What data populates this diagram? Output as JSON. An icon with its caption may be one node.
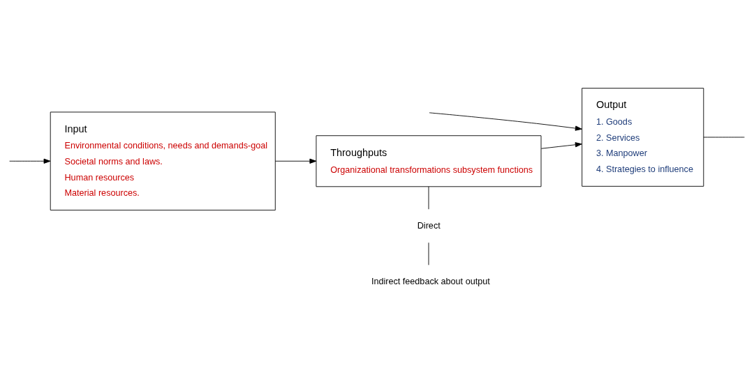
{
  "diagram": {
    "nodes": [
      {
        "text": [
          "Input",
          "Environmental conditions, needs and demands-goal",
          "Societal norms and laws.",
          "Human resources",
          "Material resources."
        ]
      },
      {
        "text": [
          "Throughputs",
          "Organizational transformations subsystem functions"
        ]
      },
      {
        "text": [
          "Output",
          "1. Goods",
          "2. Services",
          "3. Manpower",
          "4. Strategies to influence"
        ]
      },
      {
        "text": [
          "Direct"
        ]
      },
      {
        "text": [
          "Indirect feedback about output"
        ]
      }
    ],
    "edges": [
      {
        "from": 0,
        "to": 1,
        "arrow": "to"
      },
      {
        "from": 1,
        "to": 2,
        "arrow": "to"
      },
      {
        "from": null,
        "to": 2,
        "arrow": "to"
      },
      {
        "from": 1,
        "to": 3,
        "arrow": "none"
      },
      {
        "from": 3,
        "to": 4,
        "arrow": "none"
      },
      {
        "from": 2,
        "to": null,
        "arrow": "none"
      },
      {
        "from": null,
        "to": 0,
        "arrow": "to"
      }
    ]
  }
}
